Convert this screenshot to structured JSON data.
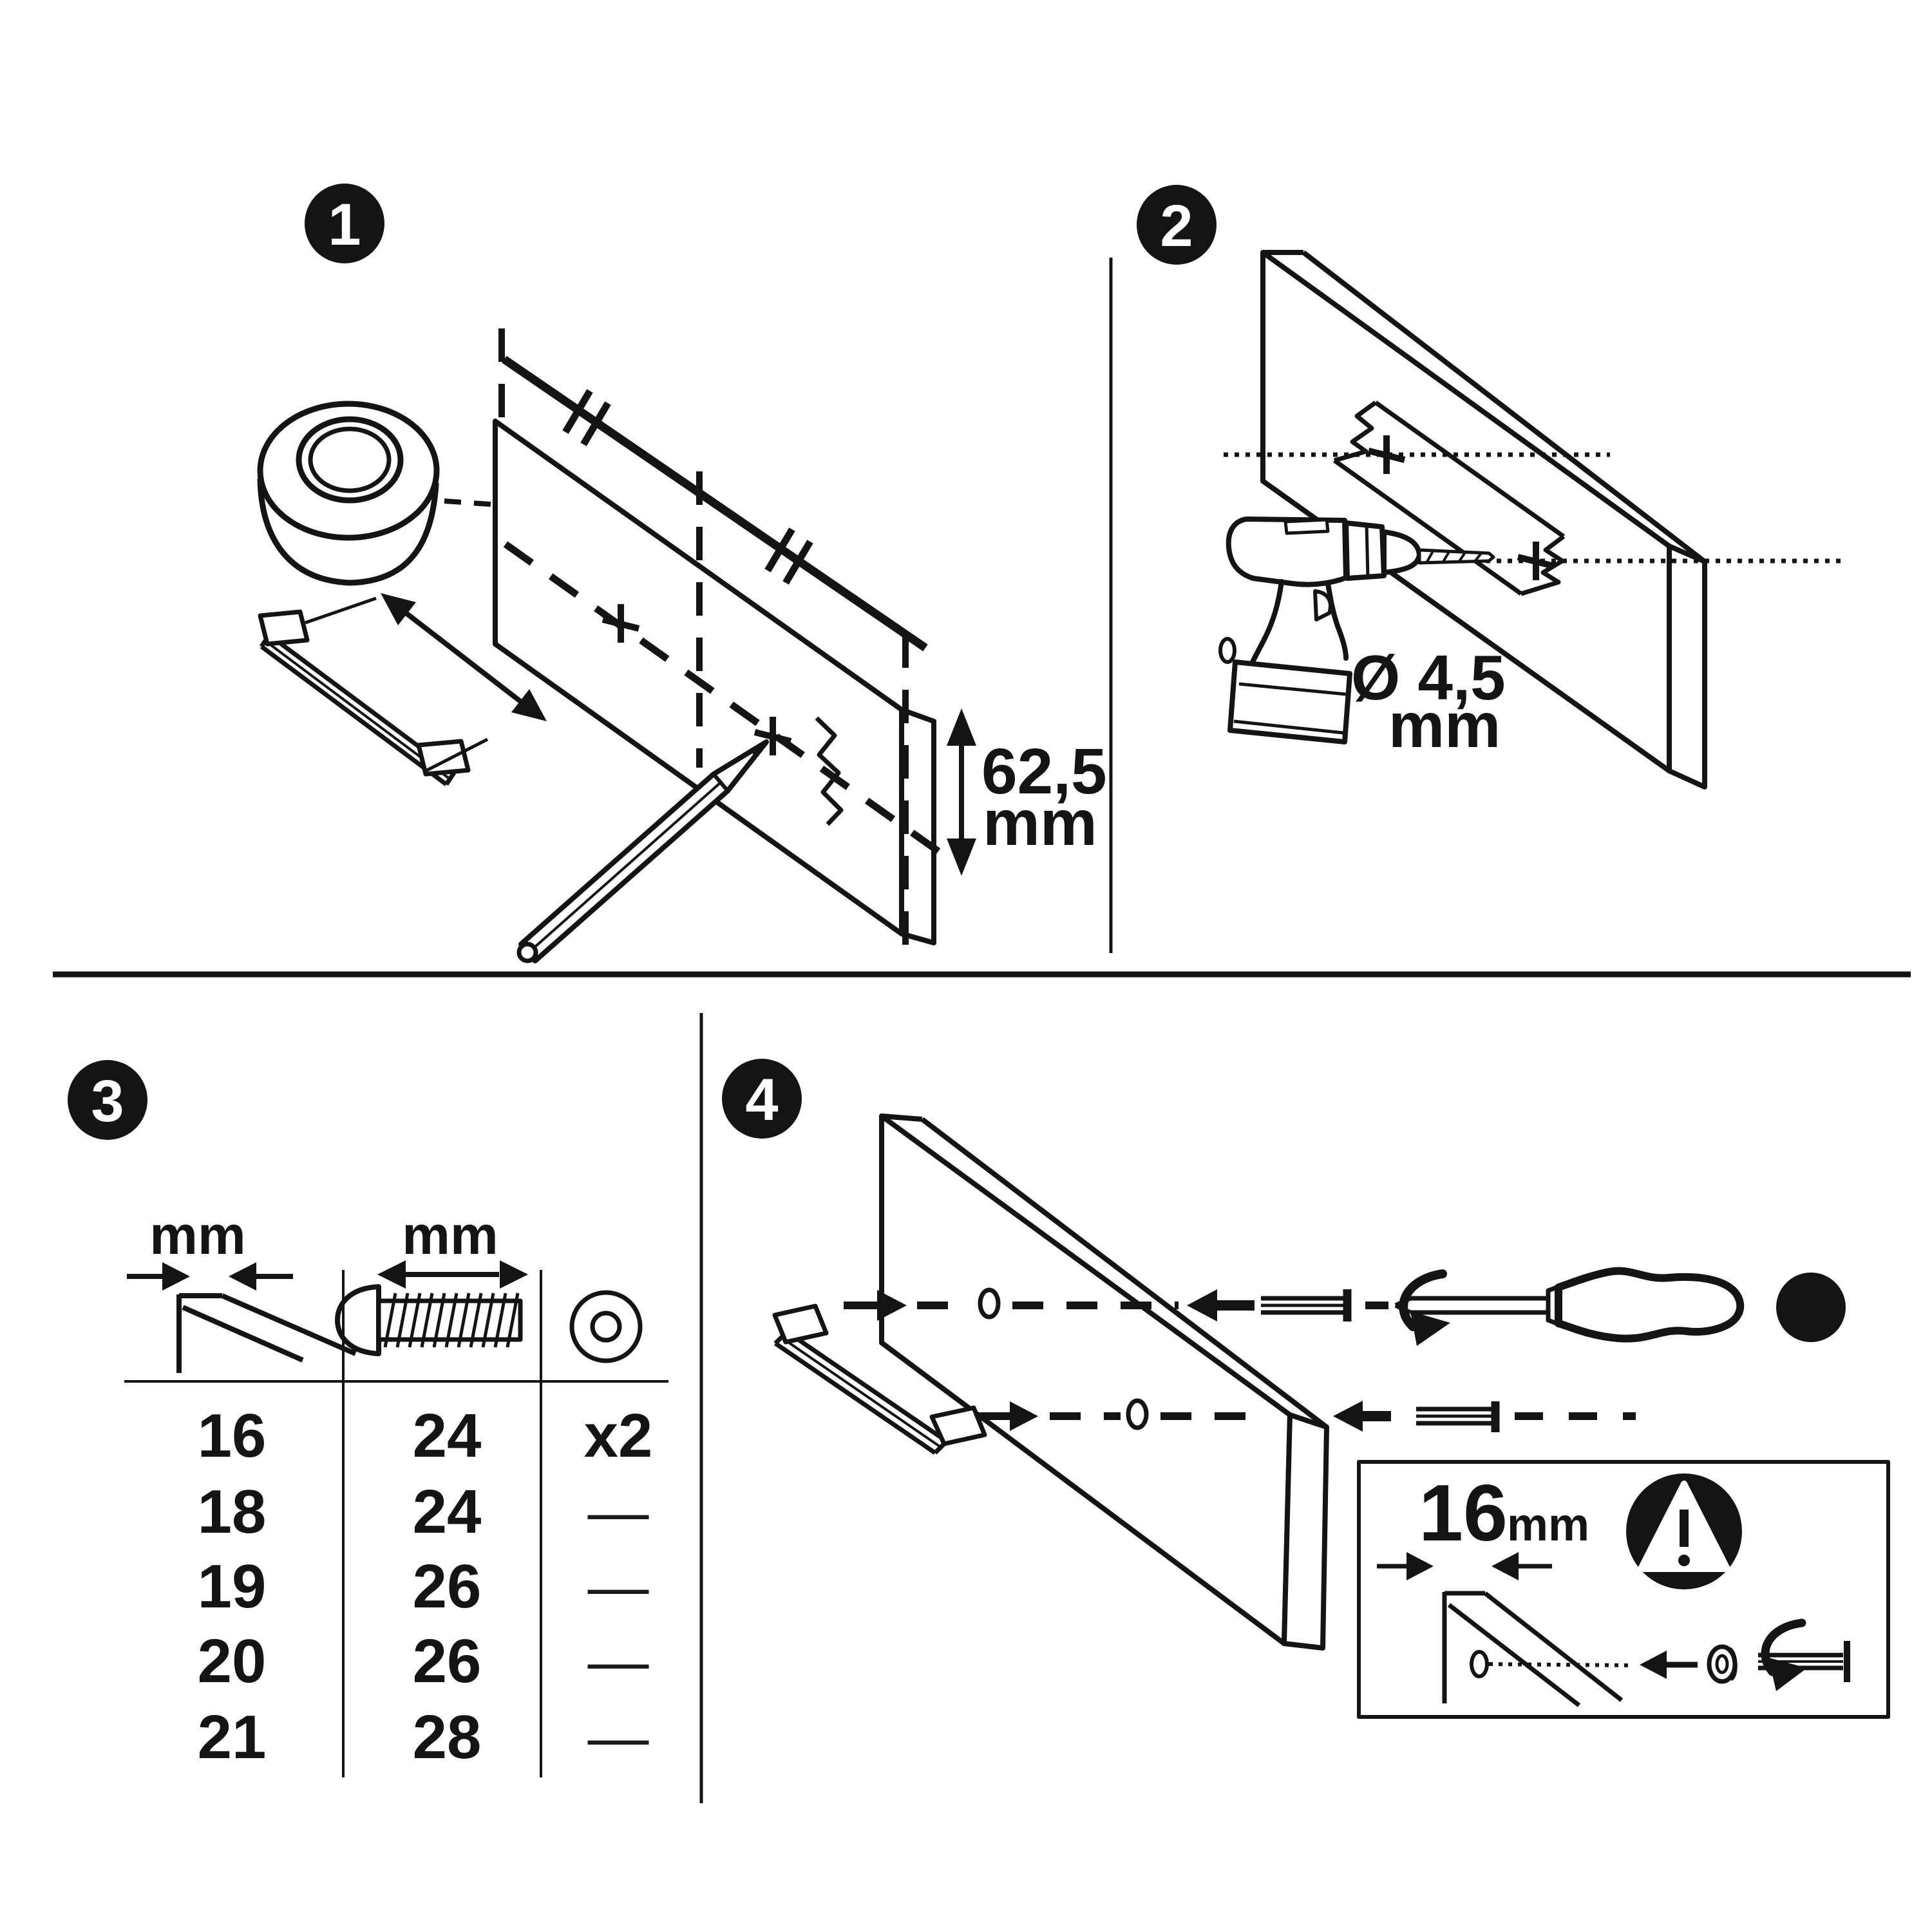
{
  "badges": [
    "1",
    "2",
    "3",
    "4"
  ],
  "step1": {
    "dimension_value": "62,5",
    "dimension_unit": "mm"
  },
  "step2": {
    "diameter_value": "Ø 4,5",
    "diameter_unit": "mm"
  },
  "step3": {
    "thickness_header": "mm",
    "screw_header": "mm",
    "rows": [
      {
        "thickness": "16",
        "screw_length": "24",
        "quantity": "x2"
      },
      {
        "thickness": "18",
        "screw_length": "24",
        "quantity": "—"
      },
      {
        "thickness": "19",
        "screw_length": "26",
        "quantity": "—"
      },
      {
        "thickness": "20",
        "screw_length": "26",
        "quantity": "—"
      },
      {
        "thickness": "21",
        "screw_length": "28",
        "quantity": "—"
      }
    ]
  },
  "step4": {
    "inset_value": "16",
    "inset_unit": "mm"
  }
}
